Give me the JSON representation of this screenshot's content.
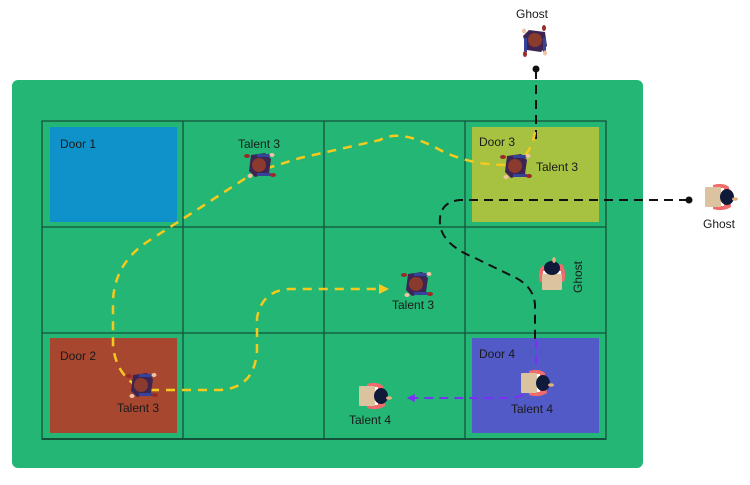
{
  "diagram": {
    "colors": {
      "floor": "#24b675",
      "grid_line": "#14533a",
      "door_1": "#0f92c9",
      "door_2": "#a8472f",
      "door_3": "#a7c240",
      "door_4": "#525ac7",
      "talent_3_path": "#f5c91d",
      "talent_4_path": "#7b2ff7",
      "ghost_path": "#111111"
    },
    "doors": [
      {
        "id": "door_1",
        "label": "Door 1",
        "row": 0,
        "col": 0
      },
      {
        "id": "door_2",
        "label": "Door 2",
        "row": 2,
        "col": 0
      },
      {
        "id": "door_3",
        "label": "Door 3",
        "row": 0,
        "col": 3
      },
      {
        "id": "door_4",
        "label": "Door 4",
        "row": 2,
        "col": 3
      }
    ],
    "grid": {
      "rows": 3,
      "cols": 4
    },
    "figures": [
      {
        "id": "ghost-top",
        "label": "Ghost",
        "type": "walker"
      },
      {
        "id": "ghost-right",
        "label": "Ghost",
        "type": "carrier"
      },
      {
        "id": "ghost-middle",
        "label": "Ghost",
        "type": "carrier"
      },
      {
        "id": "talent3-a",
        "label": "Talent 3",
        "type": "walker"
      },
      {
        "id": "talent3-b",
        "label": "Talent 3",
        "type": "walker"
      },
      {
        "id": "talent3-c",
        "label": "Talent 3",
        "type": "walker"
      },
      {
        "id": "talent3-d",
        "label": "Talent 3",
        "type": "walker"
      },
      {
        "id": "talent4-a",
        "label": "Talent 4",
        "type": "carrier"
      },
      {
        "id": "talent4-b",
        "label": "Talent 4",
        "type": "carrier"
      }
    ]
  }
}
